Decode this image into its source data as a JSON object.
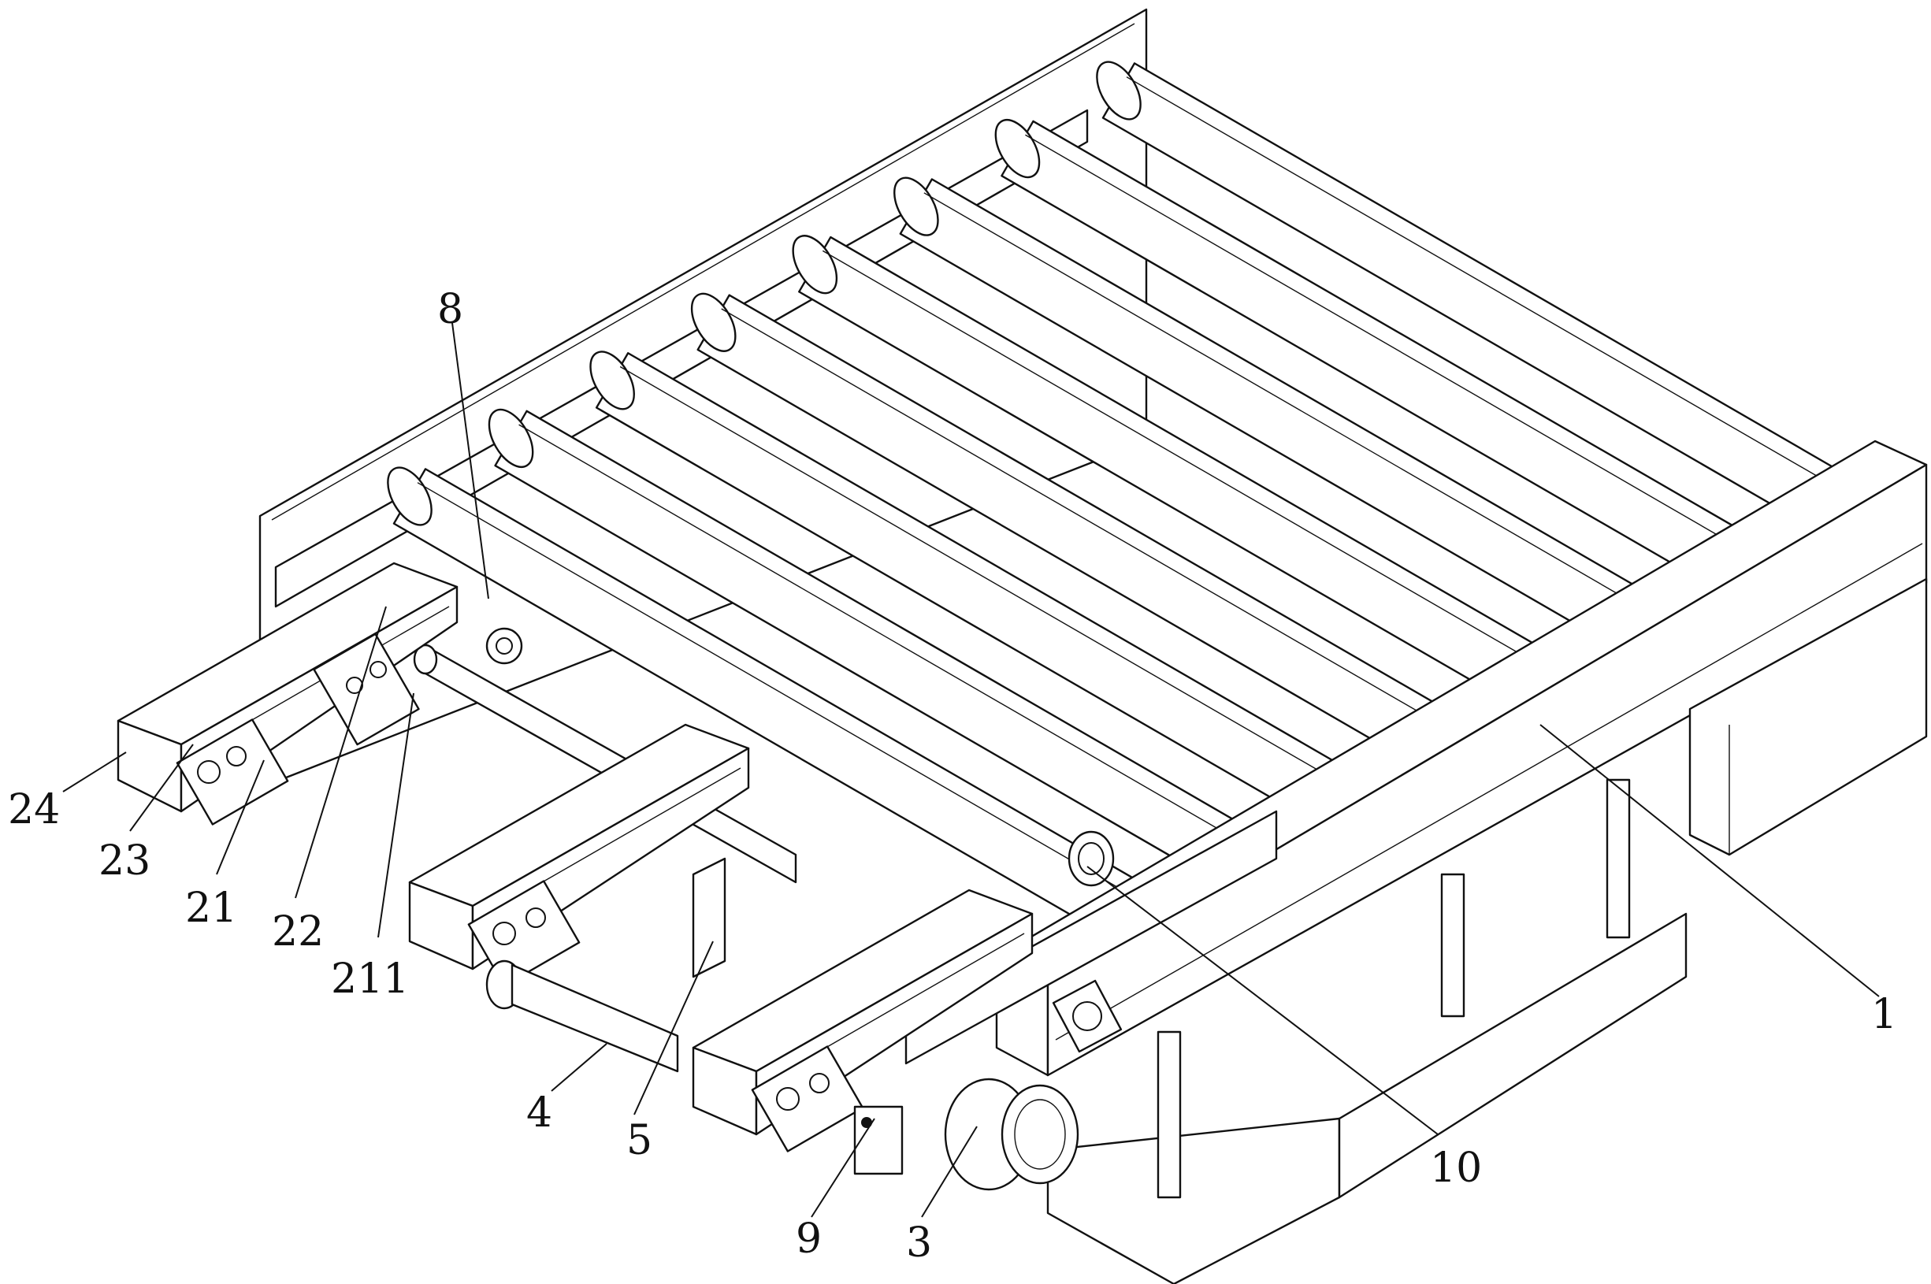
{
  "labels": {
    "l1": "1",
    "l3": "3",
    "l4": "4",
    "l5": "5",
    "l8": "8",
    "l9": "9",
    "l10": "10",
    "l21": "21",
    "l22": "22",
    "l23": "23",
    "l24": "24",
    "l211": "211"
  },
  "style": {
    "line_color": "#111111",
    "background": "#ffffff"
  }
}
